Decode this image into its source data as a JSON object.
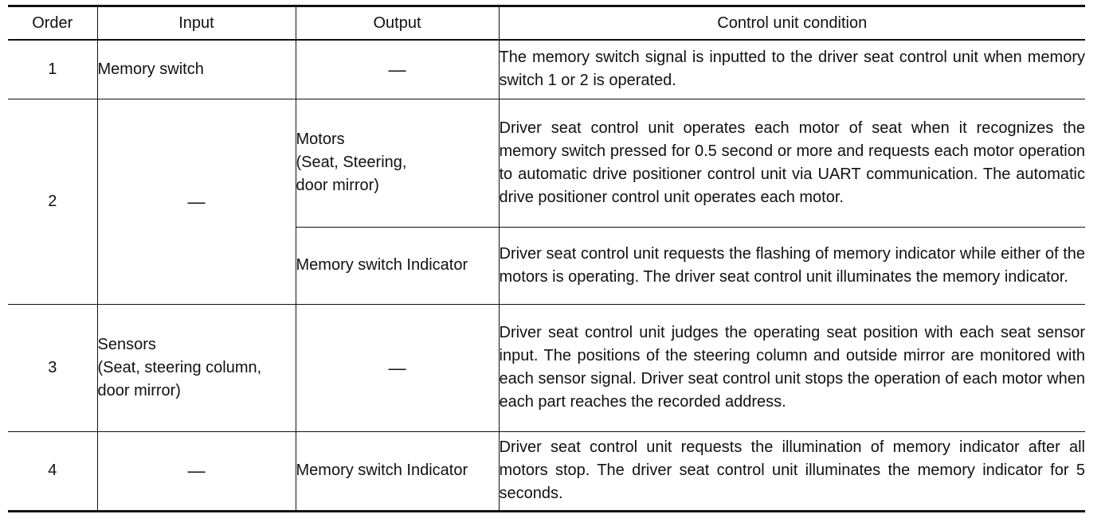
{
  "table": {
    "headers": {
      "order": "Order",
      "input": "Input",
      "output": "Output",
      "condition": "Control unit condition"
    },
    "rows": [
      {
        "order": "1",
        "input": "Memory switch",
        "output": "—",
        "condition": "The memory switch signal is inputted to the driver seat control unit when memory switch 1 or 2 is operated."
      },
      {
        "order": "2",
        "input": "—",
        "output": "Motors",
        "output_detail_1": "(Seat, Steering,",
        "output_detail_2": "door mirror)",
        "condition": "Driver seat control unit operates each motor of seat when it recognizes the memory switch pressed for 0.5 second or more and requests each motor operation to automatic drive positioner control unit via UART communication. The automatic drive positioner control unit operates each motor."
      },
      {
        "output": "Memory switch Indicator",
        "condition": "Driver seat control unit requests the flashing of memory indicator while either of the motors is operating. The driver seat control unit illuminates the memory indicator."
      },
      {
        "order": "3",
        "input": "Sensors",
        "input_detail": "(Seat, steering column, door mirror)",
        "output": "—",
        "condition": "Driver seat control unit judges the operating seat position with each seat sensor input. The positions of the steering column and outside mirror are monitored with each sensor signal. Driver seat control unit stops the operation of each motor when each part reaches the recorded address."
      },
      {
        "order": "4",
        "input": "—",
        "output": "Memory switch Indicator",
        "condition": "Driver seat control unit requests the illumination of memory indicator after all motors stop. The driver seat control unit illuminates the memory indicator for 5 seconds."
      }
    ]
  }
}
